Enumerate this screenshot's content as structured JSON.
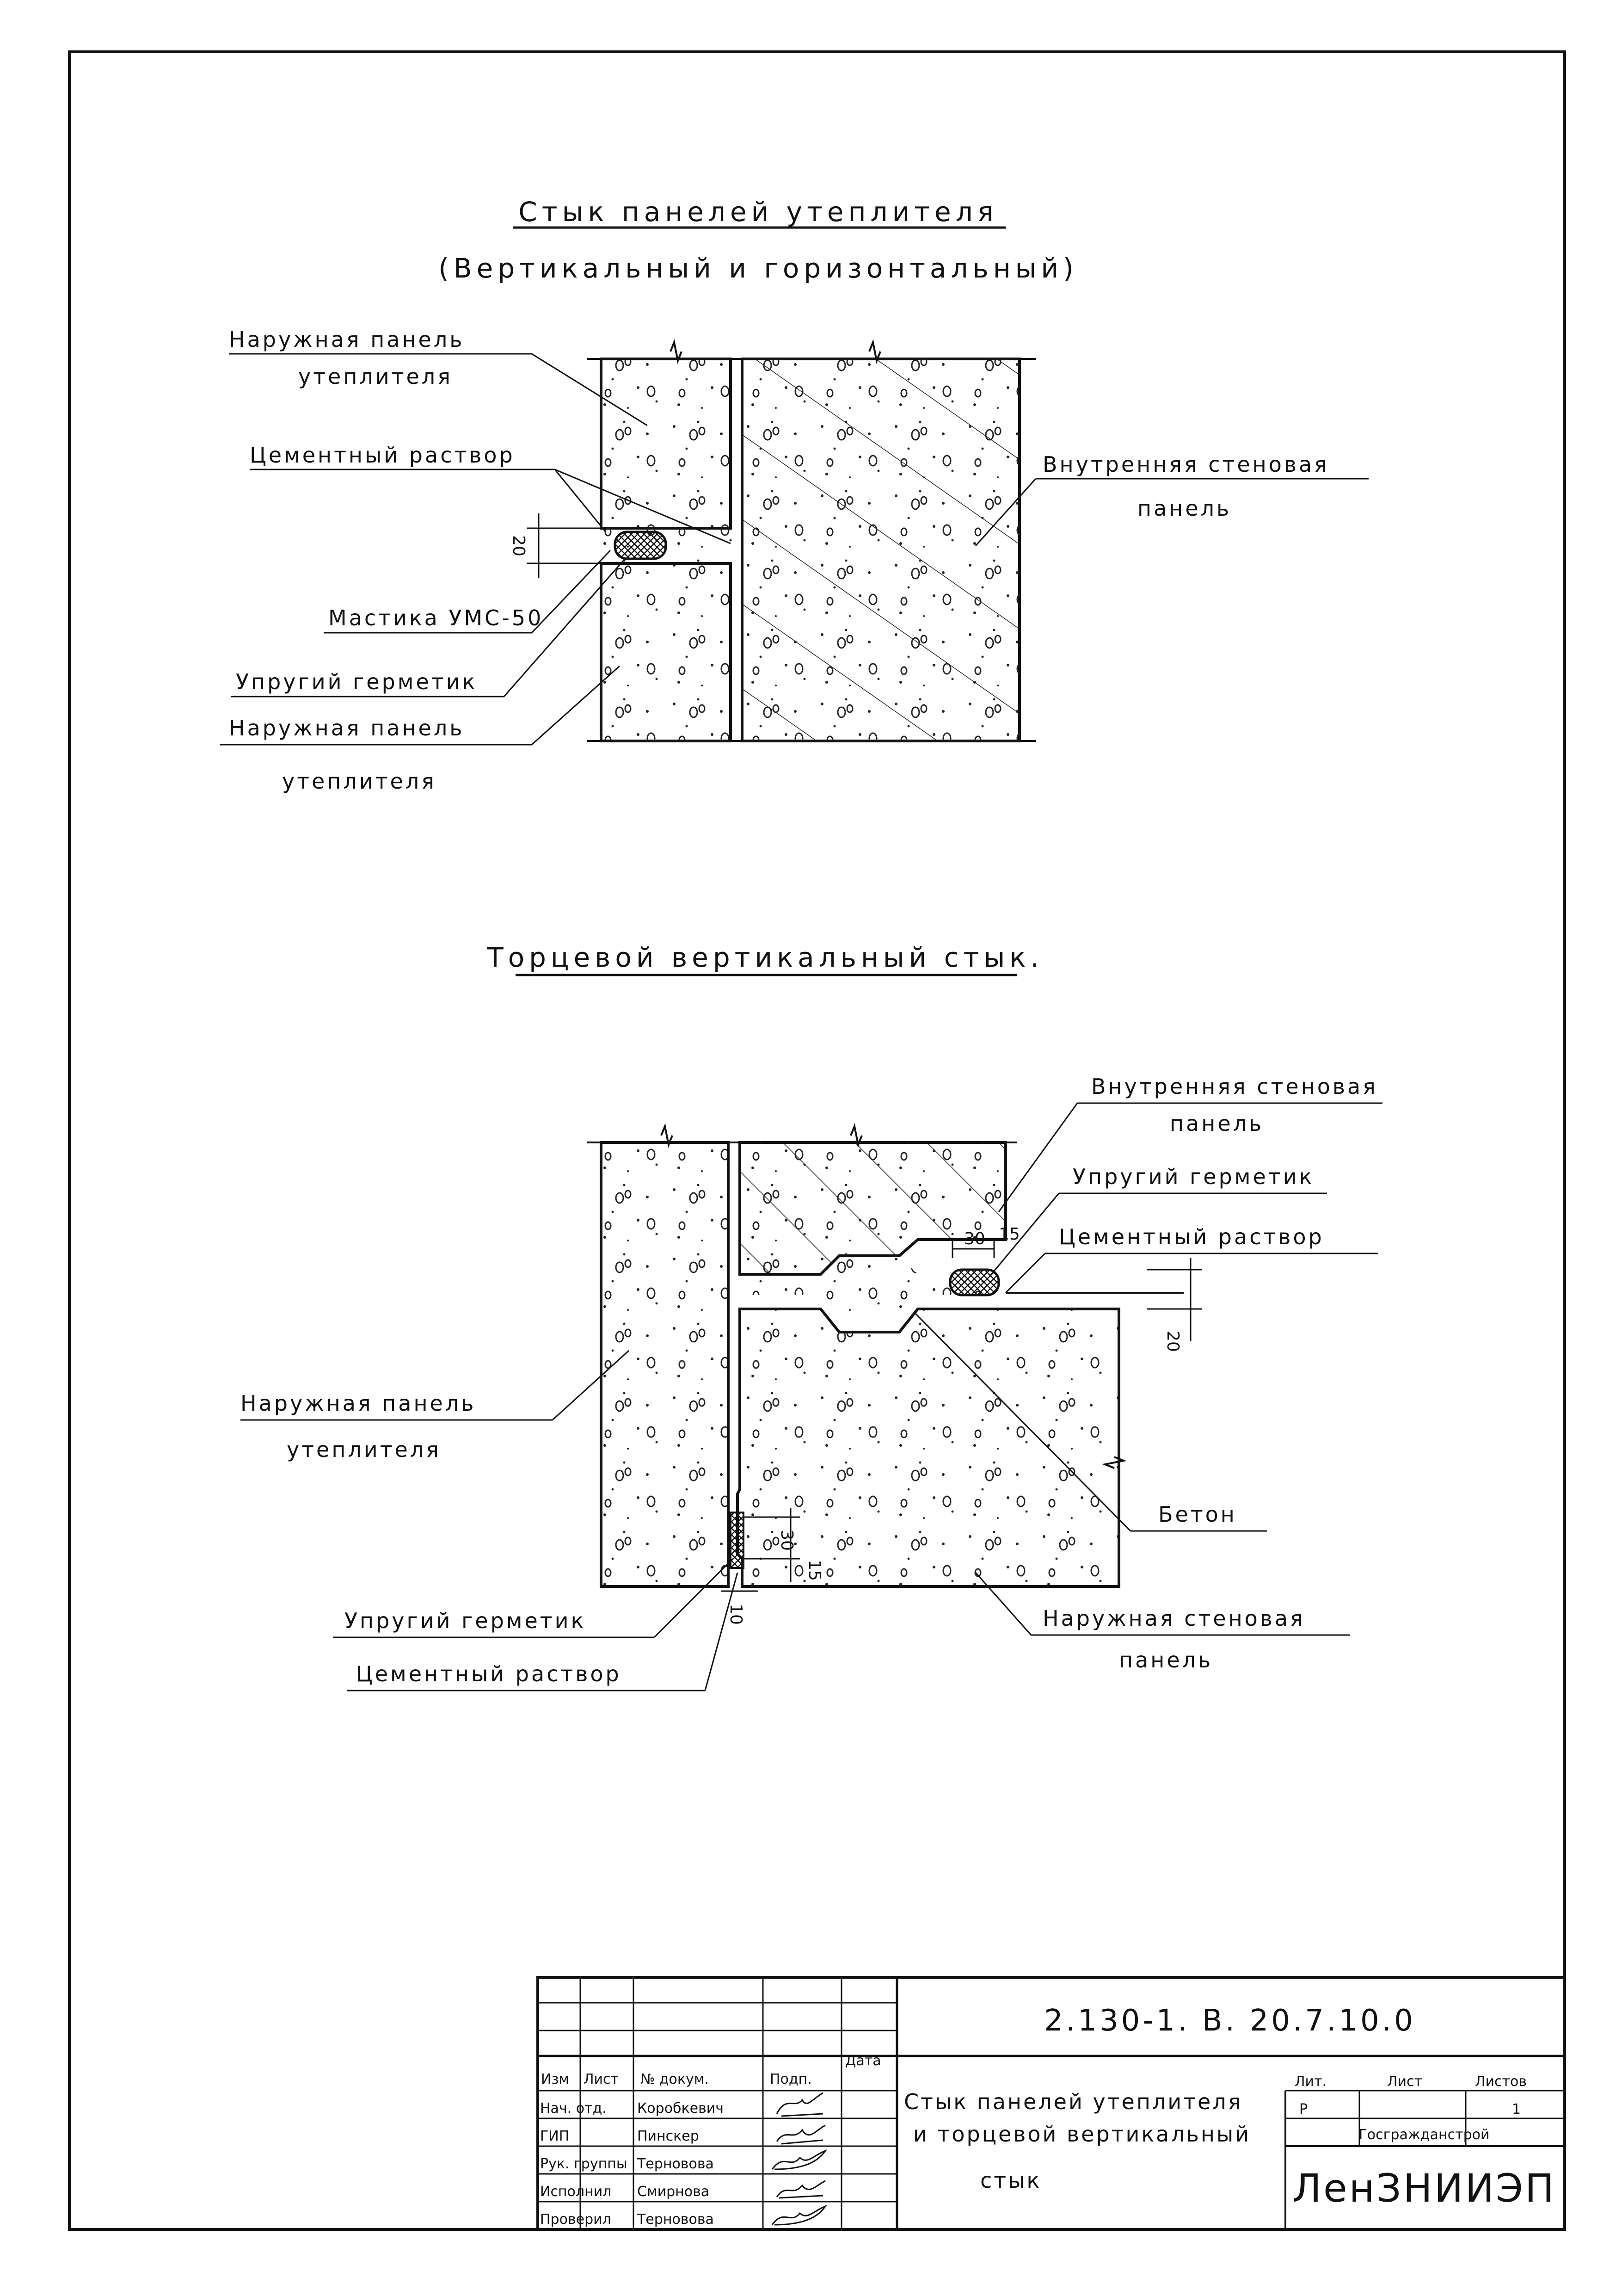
{
  "section1": {
    "title": "Стык панелей утеплителя",
    "subtitle": "(Вертикальный и горизонтальный)",
    "labels": {
      "outer_panel_top": [
        "Наружная панель",
        "утеплителя"
      ],
      "cement_mortar": "Цементный раствор",
      "inner_wall_panel": [
        "Внутренняя стеновая",
        "панель"
      ],
      "mastic": "Мастика УМС-50",
      "elastic_sealant": "Упругий герметик",
      "outer_panel_bottom": [
        "Наружная панель",
        "утеплителя"
      ]
    },
    "dims": {
      "gap": "20"
    }
  },
  "section2": {
    "title": "Торцевой вертикальный стык.",
    "labels": {
      "inner_wall_panel": [
        "Внутренняя стеновая",
        "панель"
      ],
      "elastic_sealant_top": "Упругий герметик",
      "cement_mortar_top": "Цементный раствор",
      "outer_panel": [
        "Наружная панель",
        "утеплителя"
      ],
      "concrete": "Бетон",
      "elastic_sealant_bottom": "Упругий герметик",
      "cement_mortar_bottom": "Цементный раствор",
      "outer_wall_panel": [
        "Наружная стеновая",
        "панель"
      ]
    },
    "dims": {
      "d30_top": "30",
      "d15_top": "15",
      "d20": "20",
      "d30_bottom": "30",
      "d15_bottom": "15",
      "d10": "10"
    }
  },
  "title_block": {
    "code": "2.130-1. В. 20.7.10.0",
    "headers": [
      "Изм",
      "Лист",
      "№ докум.",
      "Подп.",
      "Дата"
    ],
    "rows": [
      {
        "role": "Нач. отд.",
        "name": "Коробкевич"
      },
      {
        "role": "ГИП",
        "name": "Пинскер"
      },
      {
        "role": "Рук. группы",
        "name": "Терновова"
      },
      {
        "role": "Исполнил",
        "name": "Смирнова"
      },
      {
        "role": "Проверил",
        "name": "Терновова"
      }
    ],
    "doc_title": [
      "Стык панелей утеплителя",
      "и торцевой вертикальный",
      "стык"
    ],
    "stage_label": "Лит.",
    "sheet_label": "Лист",
    "sheets_label": "Листов",
    "stage_value": "Р",
    "sheets_value": "1",
    "authority": "Госгражданстрой",
    "organization": "ЛенЗНИИЭП"
  }
}
